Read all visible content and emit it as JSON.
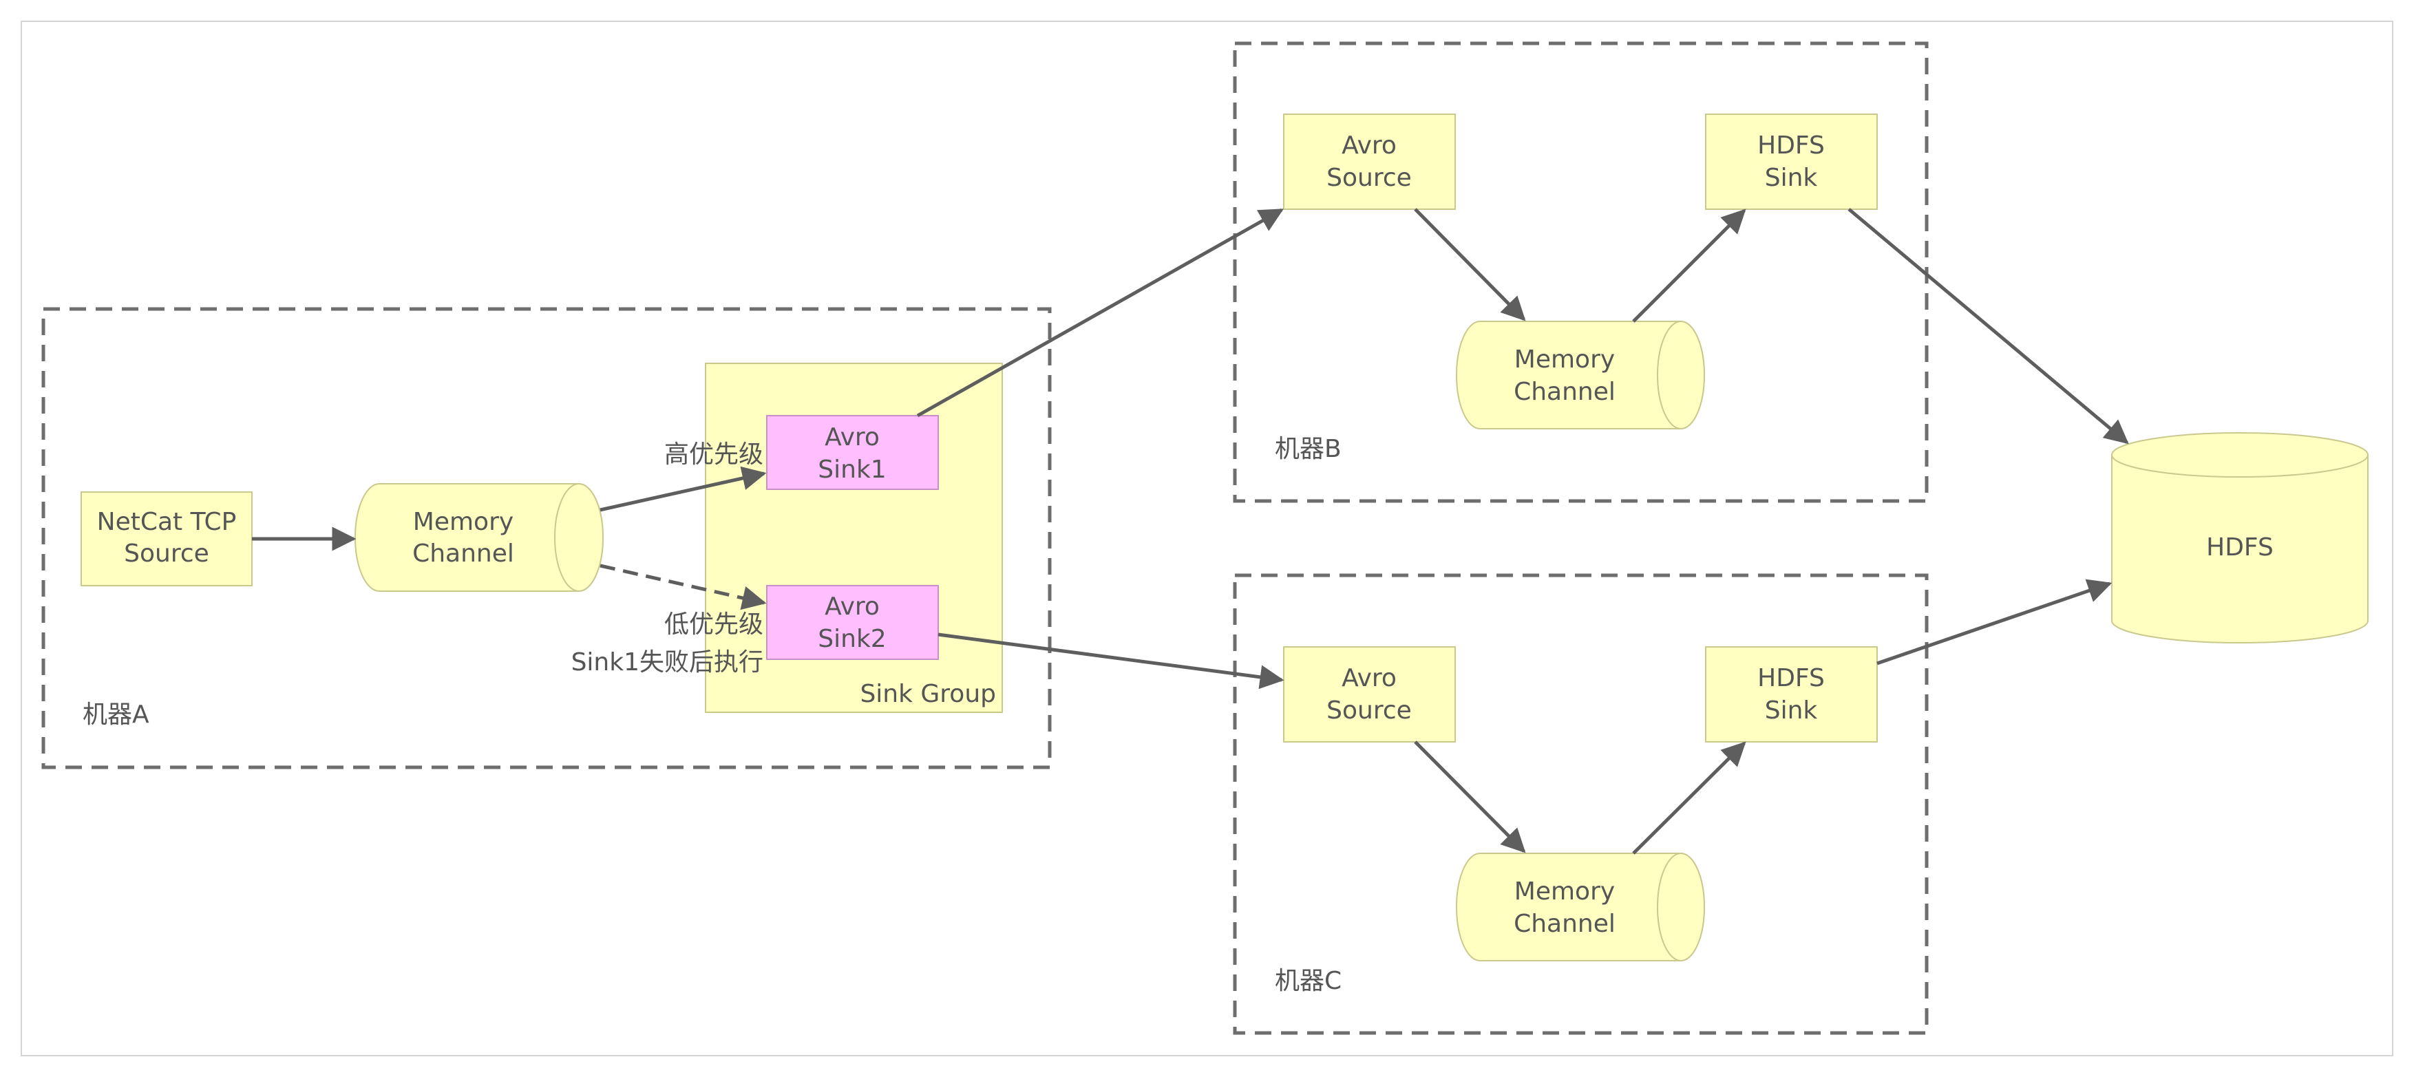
{
  "diagram": {
    "machine_a": {
      "label": "机器A",
      "source": {
        "line1": "NetCat TCP",
        "line2": "Source"
      },
      "channel": {
        "line1": "Memory",
        "line2": "Channel"
      },
      "sink_group": {
        "label": "Sink Group",
        "sink1": {
          "line1": "Avro",
          "line2": "Sink1"
        },
        "sink2": {
          "line1": "Avro",
          "line2": "Sink2"
        }
      },
      "edge_high_priority": "高优先级",
      "edge_low_priority_line1": "低优先级",
      "edge_low_priority_line2": "Sink1失败后执行"
    },
    "machine_b": {
      "label": "机器B",
      "source": {
        "line1": "Avro",
        "line2": "Source"
      },
      "channel": {
        "line1": "Memory",
        "line2": "Channel"
      },
      "sink": {
        "line1": "HDFS",
        "line2": "Sink"
      }
    },
    "machine_c": {
      "label": "机器C",
      "source": {
        "line1": "Avro",
        "line2": "Source"
      },
      "channel": {
        "line1": "Memory",
        "line2": "Channel"
      },
      "sink": {
        "line1": "HDFS",
        "line2": "Sink"
      }
    },
    "storage": {
      "label": "HDFS"
    }
  },
  "colors": {
    "node_fill": "#FFFFC2",
    "node_stroke": "#C9C98E",
    "sink_fill": "#FFBFFF",
    "sink_stroke": "#C98FC9",
    "edge": "#5E5E5E",
    "dashed_border": "#6E6E6E",
    "text": "#555555"
  }
}
